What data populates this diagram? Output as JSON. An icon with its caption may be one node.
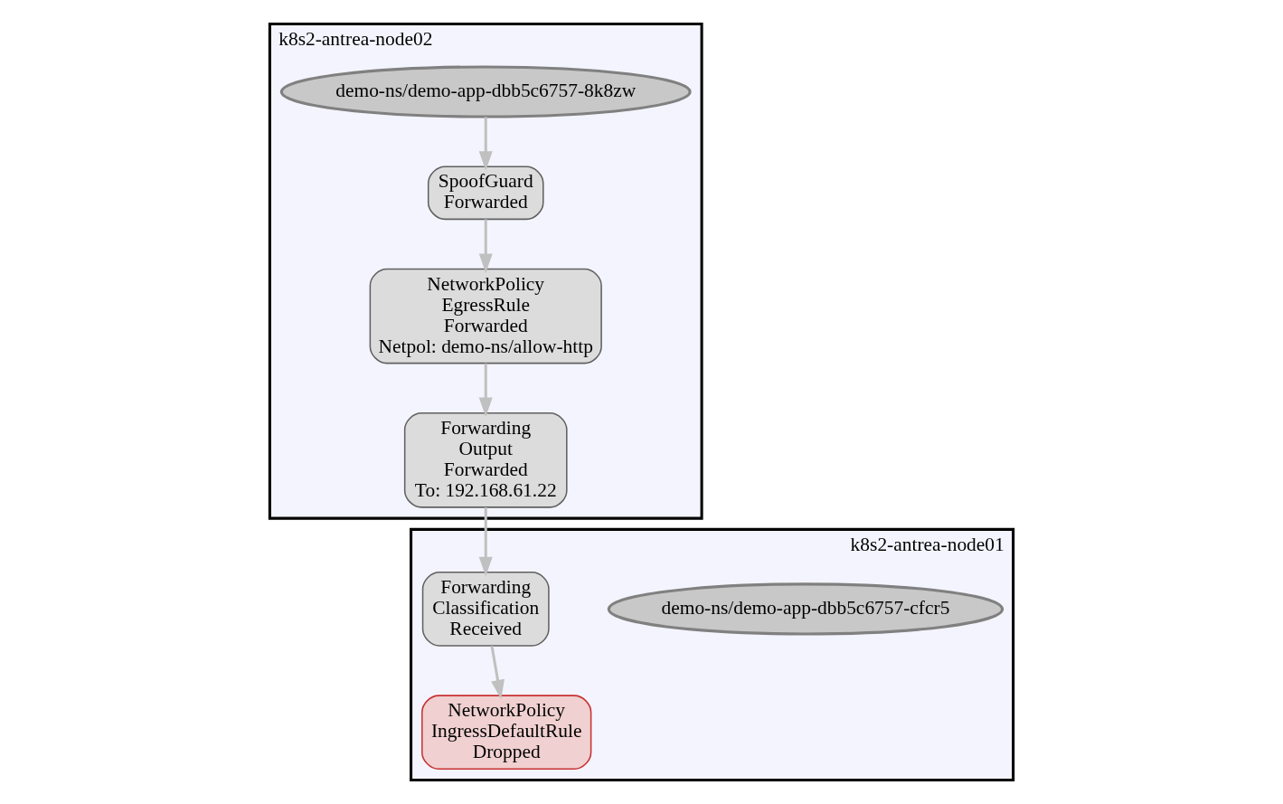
{
  "diagram": {
    "nodes": [
      {
        "text": [
          "k8s2-antrea-node02"
        ]
      },
      {
        "text": [
          "demo-ns/demo-app-dbb5c6757-8k8zw"
        ],
        "in": 0
      },
      {
        "text": [
          "SpoofGuard",
          "Forwarded"
        ],
        "in": 0
      },
      {
        "text": [
          "NetworkPolicy",
          "EgressRule",
          "Forwarded",
          "Netpol: demo-ns/allow-http"
        ],
        "in": 0
      },
      {
        "text": [
          "Forwarding",
          "Output",
          "Forwarded",
          "To: 192.168.61.22"
        ],
        "in": 0
      },
      {
        "text": [
          "k8s2-antrea-node01"
        ]
      },
      {
        "text": [
          "demo-ns/demo-app-dbb5c6757-cfcr5"
        ],
        "in": 5
      },
      {
        "text": [
          "NetworkPolicy",
          "IngressDefaultRule",
          "Dropped"
        ],
        "in": 5
      },
      {
        "text": [
          "Forwarding",
          "Classification",
          "Received"
        ],
        "in": 5
      }
    ],
    "edges": [
      {
        "from": 1,
        "to": 2,
        "arrow": "to"
      },
      {
        "from": 2,
        "to": 3,
        "arrow": "to"
      },
      {
        "from": 3,
        "to": 4,
        "arrow": "to"
      },
      {
        "from": 4,
        "to": 8,
        "arrow": "to"
      },
      {
        "from": 8,
        "to": 7,
        "arrow": "to"
      }
    ]
  }
}
